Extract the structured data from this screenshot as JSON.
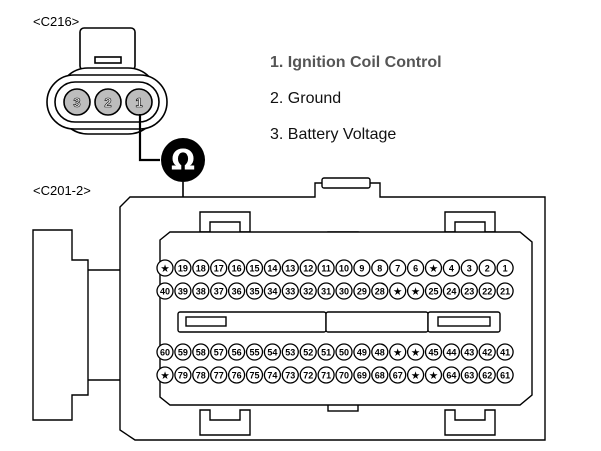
{
  "connectors": {
    "c216_label": "<C216>",
    "c201_label": "<C201-2>"
  },
  "c216_pins": [
    "3",
    "2",
    "1"
  ],
  "legend": [
    {
      "text": "1. Ignition Coil Control",
      "highlighted": true
    },
    {
      "text": "2. Ground",
      "highlighted": false
    },
    {
      "text": "3. Battery Voltage",
      "highlighted": false
    }
  ],
  "ohmmeter_symbol": "Ω",
  "c201_rows": [
    [
      "★",
      "19",
      "18",
      "17",
      "16",
      "15",
      "14",
      "13",
      "12",
      "11",
      "10",
      "9",
      "8",
      "7",
      "6",
      "★",
      "4",
      "3",
      "2",
      "1"
    ],
    [
      "40",
      "39",
      "38",
      "37",
      "36",
      "35",
      "34",
      "33",
      "32",
      "31",
      "30",
      "29",
      "28",
      "★",
      "★",
      "25",
      "24",
      "23",
      "22",
      "21"
    ],
    [
      "60",
      "59",
      "58",
      "57",
      "56",
      "55",
      "54",
      "53",
      "52",
      "51",
      "50",
      "49",
      "48",
      "★",
      "★",
      "45",
      "44",
      "43",
      "42",
      "41"
    ],
    [
      "★",
      "79",
      "78",
      "77",
      "76",
      "75",
      "74",
      "73",
      "72",
      "71",
      "70",
      "69",
      "68",
      "67",
      "★",
      "★",
      "64",
      "63",
      "62",
      "61"
    ]
  ],
  "colors": {
    "line": "#000000",
    "pin_fill_c216": "#bdbdbd",
    "meter_fill": "#000000",
    "meter_text": "#ffffff",
    "legend_highlight": "#555555"
  }
}
